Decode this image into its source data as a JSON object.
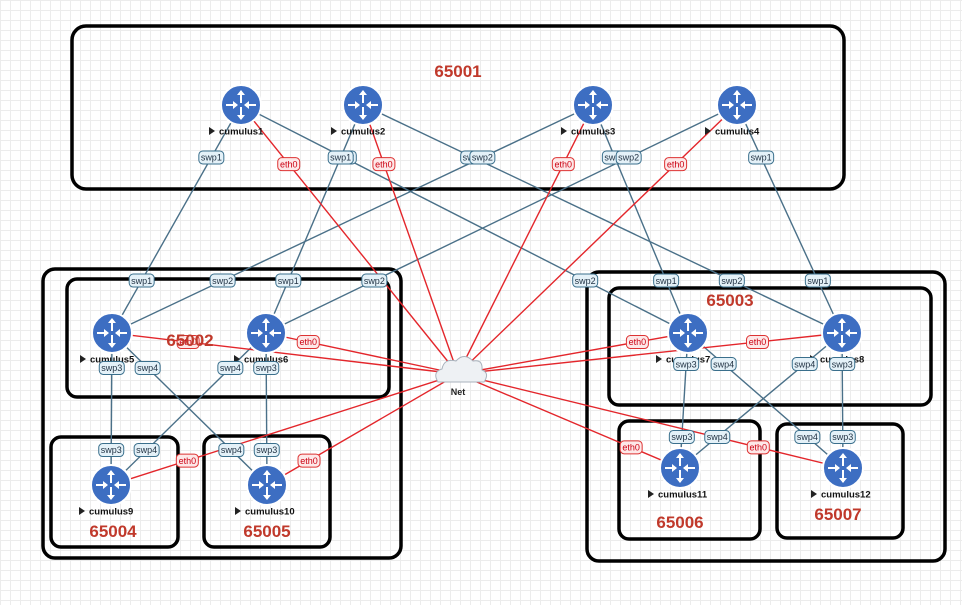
{
  "net": {
    "label": "Net"
  },
  "asns": [
    {
      "id": "as-65001",
      "label": "65001"
    },
    {
      "id": "as-65002",
      "label": "65002"
    },
    {
      "id": "as-65003",
      "label": "65003"
    },
    {
      "id": "as-65004",
      "label": "65004"
    },
    {
      "id": "as-65005",
      "label": "65005"
    },
    {
      "id": "as-65006",
      "label": "65006"
    },
    {
      "id": "as-65007",
      "label": "65007"
    }
  ],
  "nodes": [
    {
      "id": "cumulus1",
      "label": "cumulus1"
    },
    {
      "id": "cumulus2",
      "label": "cumulus2"
    },
    {
      "id": "cumulus3",
      "label": "cumulus3"
    },
    {
      "id": "cumulus4",
      "label": "cumulus4"
    },
    {
      "id": "cumulus5",
      "label": "cumulus5"
    },
    {
      "id": "cumulus6",
      "label": "cumulus6"
    },
    {
      "id": "cumulus7",
      "label": "cumulus7"
    },
    {
      "id": "cumulus8",
      "label": "cumulus8"
    },
    {
      "id": "cumulus9",
      "label": "cumulus9"
    },
    {
      "id": "cumulus10",
      "label": "cumulus10"
    },
    {
      "id": "cumulus11",
      "label": "cumulus11"
    },
    {
      "id": "cumulus12",
      "label": "cumulus12"
    }
  ],
  "links": [
    {
      "from": "cumulus1",
      "to": "cumulus5",
      "ports": [
        "swp1",
        "swp1"
      ]
    },
    {
      "from": "cumulus1",
      "to": "cumulus7",
      "ports": [
        "swp2",
        "swp2"
      ]
    },
    {
      "from": "cumulus2",
      "to": "cumulus6",
      "ports": [
        "swp1",
        "swp1"
      ]
    },
    {
      "from": "cumulus2",
      "to": "cumulus8",
      "ports": [
        "swp2",
        "swp2"
      ]
    },
    {
      "from": "cumulus3",
      "to": "cumulus5",
      "ports": [
        "swp2",
        "swp2"
      ]
    },
    {
      "from": "cumulus3",
      "to": "cumulus7",
      "ports": [
        "swp1",
        "swp1"
      ]
    },
    {
      "from": "cumulus4",
      "to": "cumulus6",
      "ports": [
        "swp2",
        "swp2"
      ]
    },
    {
      "from": "cumulus4",
      "to": "cumulus8",
      "ports": [
        "swp1",
        "swp1"
      ]
    },
    {
      "from": "cumulus5",
      "to": "cumulus9",
      "ports": [
        "swp3",
        "swp3"
      ]
    },
    {
      "from": "cumulus5",
      "to": "cumulus10",
      "ports": [
        "swp4",
        "swp4"
      ]
    },
    {
      "from": "cumulus6",
      "to": "cumulus9",
      "ports": [
        "swp4",
        "swp4"
      ]
    },
    {
      "from": "cumulus6",
      "to": "cumulus10",
      "ports": [
        "swp3",
        "swp3"
      ]
    },
    {
      "from": "cumulus7",
      "to": "cumulus11",
      "ports": [
        "swp3",
        "swp3"
      ]
    },
    {
      "from": "cumulus7",
      "to": "cumulus12",
      "ports": [
        "swp4",
        "swp4"
      ]
    },
    {
      "from": "cumulus8",
      "to": "cumulus11",
      "ports": [
        "swp4",
        "swp4"
      ]
    },
    {
      "from": "cumulus8",
      "to": "cumulus12",
      "ports": [
        "swp3",
        "swp3"
      ]
    }
  ],
  "mgmt_links": [
    {
      "node": "cumulus1",
      "port": "eth0"
    },
    {
      "node": "cumulus2",
      "port": "eth0"
    },
    {
      "node": "cumulus3",
      "port": "eth0"
    },
    {
      "node": "cumulus4",
      "port": "eth0"
    },
    {
      "node": "cumulus5",
      "port": "eth0"
    },
    {
      "node": "cumulus6",
      "port": "eth0"
    },
    {
      "node": "cumulus7",
      "port": "eth0"
    },
    {
      "node": "cumulus8",
      "port": "eth0"
    },
    {
      "node": "cumulus9",
      "port": "eth0"
    },
    {
      "node": "cumulus10",
      "port": "eth0"
    },
    {
      "node": "cumulus11",
      "port": "eth0"
    },
    {
      "node": "cumulus12",
      "port": "eth0"
    }
  ],
  "colors": {
    "router": "#3d6ec2",
    "data_link": "#4a7088",
    "mgmt_link": "#e3262b",
    "asn_text": "#c0392b"
  },
  "icons": {
    "router": "router-icon",
    "cloud": "cloud-icon"
  }
}
